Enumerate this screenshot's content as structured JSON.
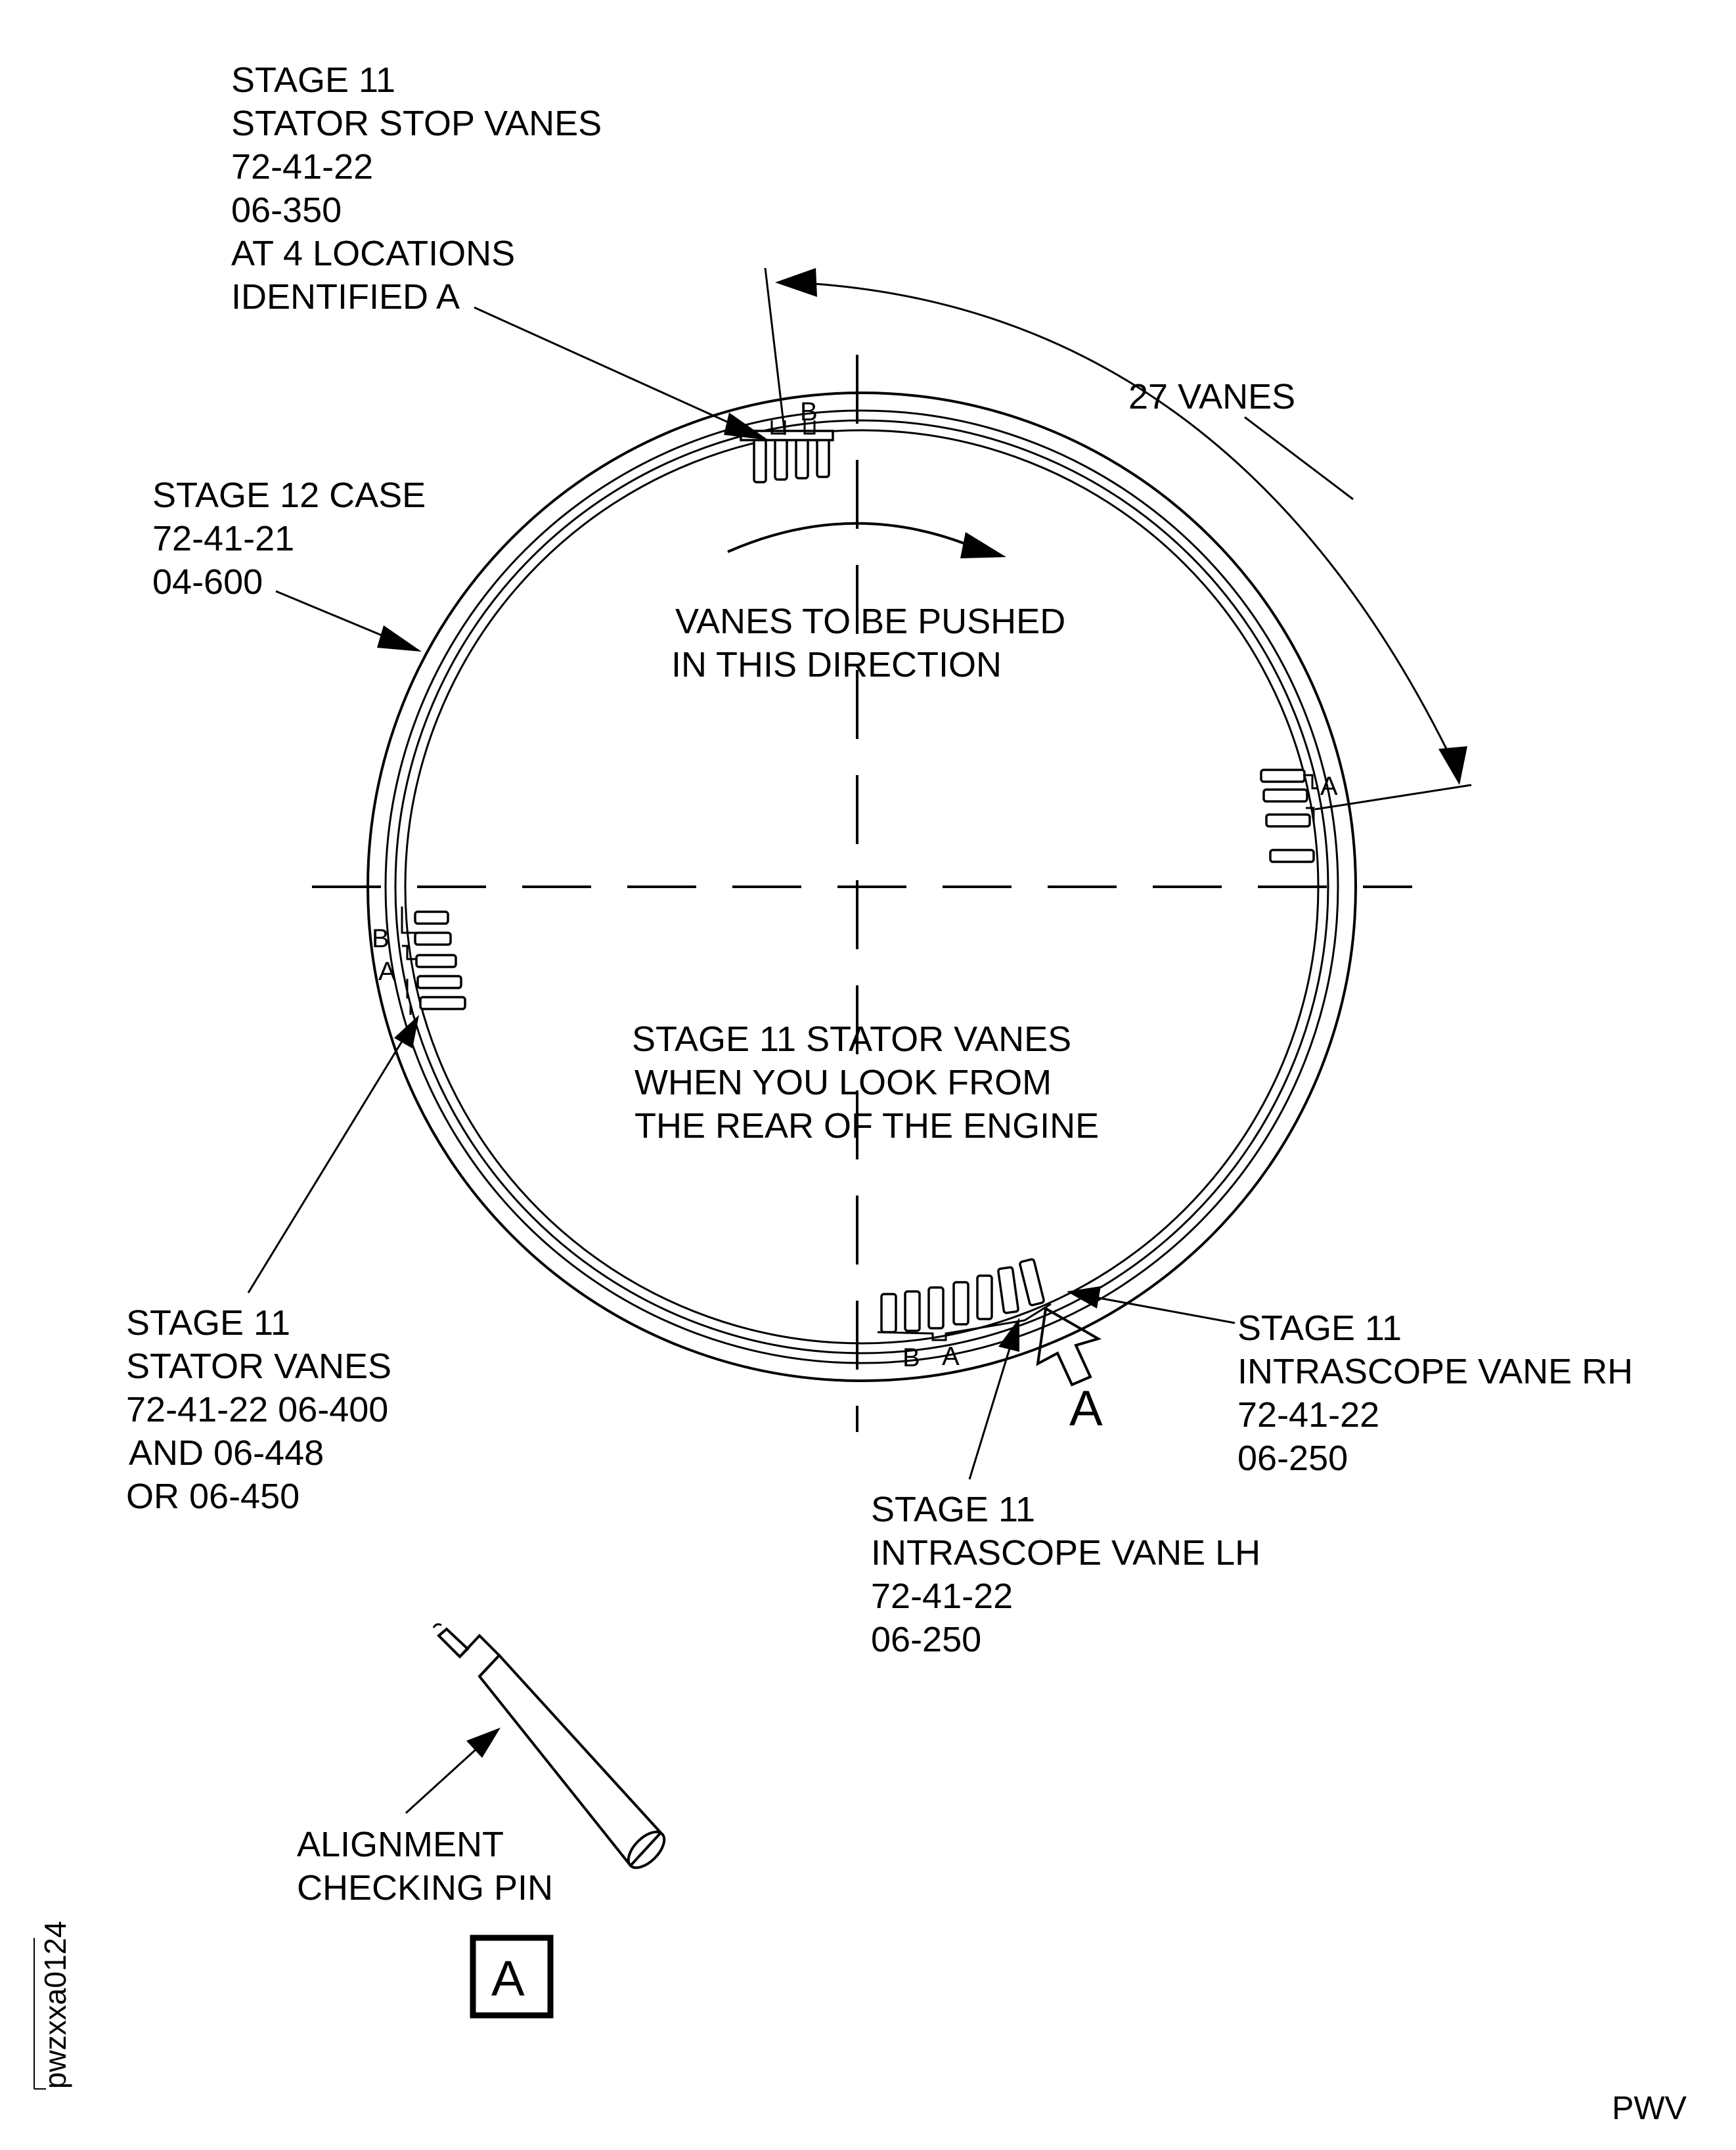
{
  "labels": {
    "stop_vanes": [
      "STAGE 11",
      "STATOR STOP VANES",
      "72-41-22",
      "06-350",
      "AT 4 LOCATIONS",
      "IDENTIFIED A"
    ],
    "vane_count": "27 VANES",
    "case": [
      "STAGE 12 CASE",
      "72-41-21",
      "04-600"
    ],
    "push_direction": [
      "VANES TO BE PUSHED",
      "IN THIS DIRECTION"
    ],
    "view_note": [
      "STAGE 11 STATOR VANES",
      "WHEN YOU LOOK FROM",
      "THE REAR OF THE ENGINE"
    ],
    "stator_vanes": [
      "STAGE 11",
      "STATOR VANES",
      "72-41-22  06-400",
      "AND 06-448",
      "OR 06-450"
    ],
    "intrascope_rh": [
      "STAGE 11",
      "INTRASCOPE VANE RH",
      "72-41-22",
      "06-250"
    ],
    "intrascope_lh": [
      "STAGE 11",
      "INTRASCOPE VANE LH",
      "72-41-22",
      "06-250"
    ],
    "pin": [
      "ALIGNMENT",
      "CHECKING PIN"
    ],
    "view_arrow_letter": "A",
    "detail_letter": "A",
    "marker_a": "A",
    "marker_b": "B",
    "figure_id": "pwzxxa0124",
    "footer": "PWV"
  }
}
